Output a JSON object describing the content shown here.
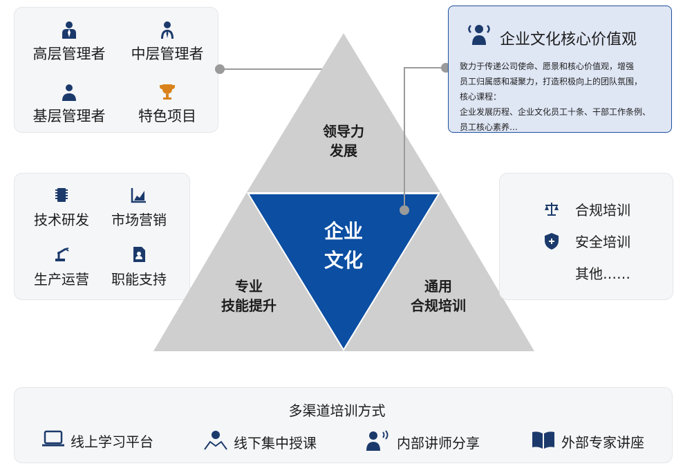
{
  "top_left": {
    "items": [
      {
        "label": "高层管理者",
        "icon": "management-team-icon"
      },
      {
        "label": "中层管理者",
        "icon": "manager-tie-icon"
      },
      {
        "label": "基层管理者",
        "icon": "person-icon"
      },
      {
        "label": "特色项目",
        "icon": "trophy-icon"
      }
    ]
  },
  "mid_left": {
    "items": [
      {
        "label": "技术研发",
        "icon": "chip-icon"
      },
      {
        "label": "市场营销",
        "icon": "chart-icon"
      },
      {
        "label": "生产运营",
        "icon": "robot-arm-icon"
      },
      {
        "label": "职能支持",
        "icon": "document-person-icon"
      }
    ]
  },
  "triangle": {
    "top": [
      "领导力",
      "发展"
    ],
    "center": [
      "企业",
      "文化"
    ],
    "left": [
      "专业",
      "技能提升"
    ],
    "right": [
      "通用",
      "合规培训"
    ]
  },
  "culture": {
    "title": "企业文化核心价值观",
    "icon": "audience-icon",
    "lines": [
      "致力于传递公司使命、愿景和核心价值观，增强",
      "员工归属感和凝聚力，打造积极向上的团队氛围，",
      "核心课程：",
      "企业发展历程、企业文化员工十条、干部工作条例、",
      "员工核心素养…"
    ]
  },
  "right_card": {
    "items": [
      {
        "label": "合规培训",
        "icon": "scale-icon"
      },
      {
        "label": "安全培训",
        "icon": "shield-plus-icon"
      },
      {
        "label": "其他……",
        "icon": ""
      }
    ]
  },
  "bottom": {
    "title": "多渠道培训方式",
    "channels": [
      {
        "label": "线上学习平台",
        "icon": "laptop-icon"
      },
      {
        "label": "线下集中授课",
        "icon": "person-outline-icon"
      },
      {
        "label": "内部讲师分享",
        "icon": "speaker-icon"
      },
      {
        "label": "外部专家讲座",
        "icon": "book-icon"
      }
    ]
  },
  "colors": {
    "navy": "#1b3a6b",
    "blue": "#0b4ea2",
    "gray": "#cfcfcf",
    "orange": "#d9821c"
  }
}
